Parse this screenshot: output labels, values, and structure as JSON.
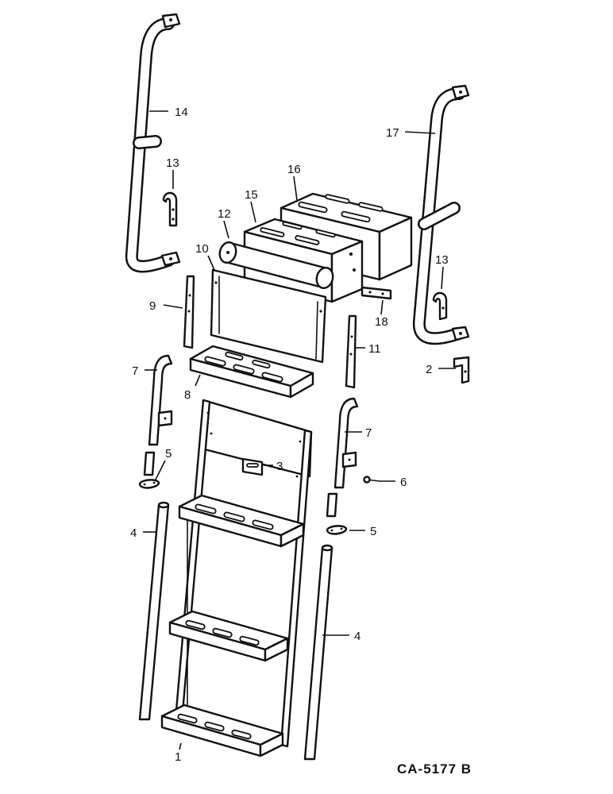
{
  "drawing_number": "CA-5177 B",
  "callouts": {
    "c1": "1",
    "c2": "2",
    "c3": "3",
    "c4a": "4",
    "c4b": "4",
    "c5a": "5",
    "c5b": "5",
    "c6": "6",
    "c7a": "7",
    "c7b": "7",
    "c8": "8",
    "c9": "9",
    "c10": "10",
    "c11": "11",
    "c12": "12",
    "c13a": "13",
    "c13b": "13",
    "c14": "14",
    "c15": "15",
    "c16": "16",
    "c17": "17",
    "c18": "18"
  },
  "colors": {
    "ink": "#111111",
    "paper": "#ffffff"
  }
}
